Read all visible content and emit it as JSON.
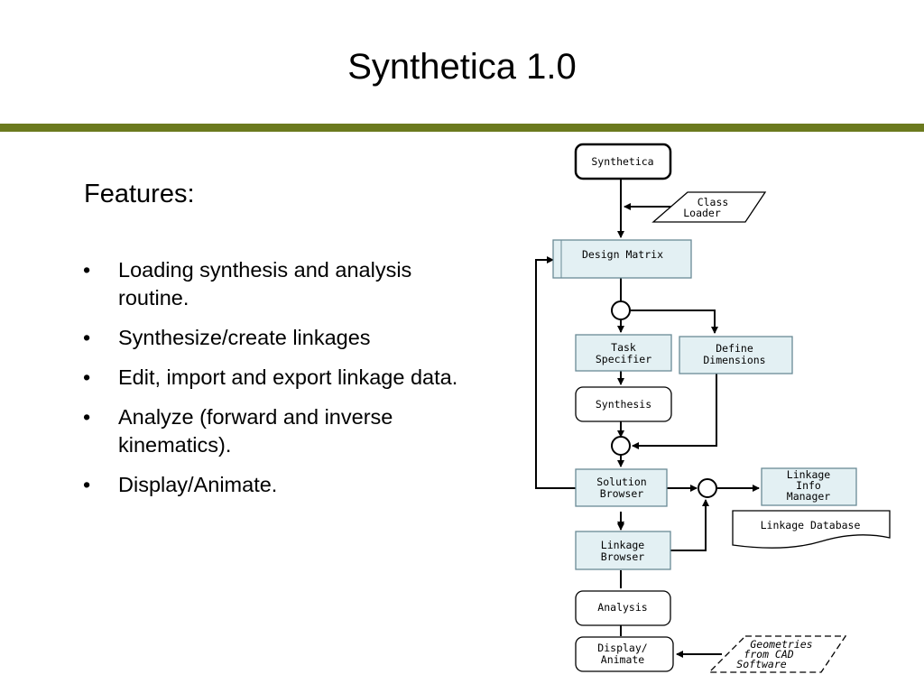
{
  "slide": {
    "title": "Synthetica 1.0",
    "rule_color": "#6b7a1e",
    "features_heading": "Features:",
    "bullets": [
      "Loading synthesis and analysis routine.",
      "Synthesize/create linkages",
      "Edit, import and export linkage data.",
      "Analyze (forward and inverse kinematics).",
      "Display/Animate."
    ]
  },
  "diagram": {
    "box_fill": "#e3f0f3",
    "nodes": {
      "synthetica": "Synthetica",
      "class_loader": [
        "Class",
        "Loader"
      ],
      "design_matrix": "Design Matrix",
      "task_specifier": [
        "Task",
        "Specifier"
      ],
      "define_dimensions": [
        "Define",
        "Dimensions"
      ],
      "synthesis": "Synthesis",
      "solution_browser": [
        "Solution",
        "Browser"
      ],
      "linkage_info_manager": [
        "Linkage",
        "Info",
        "Manager"
      ],
      "linkage_database": "Linkage Database",
      "linkage_browser": [
        "Linkage",
        "Browser"
      ],
      "analysis": "Analysis",
      "display_animate": [
        "Display/",
        "Animate"
      ],
      "geometries_from_cad": [
        "Geometries",
        "from CAD",
        "Software"
      ]
    }
  }
}
